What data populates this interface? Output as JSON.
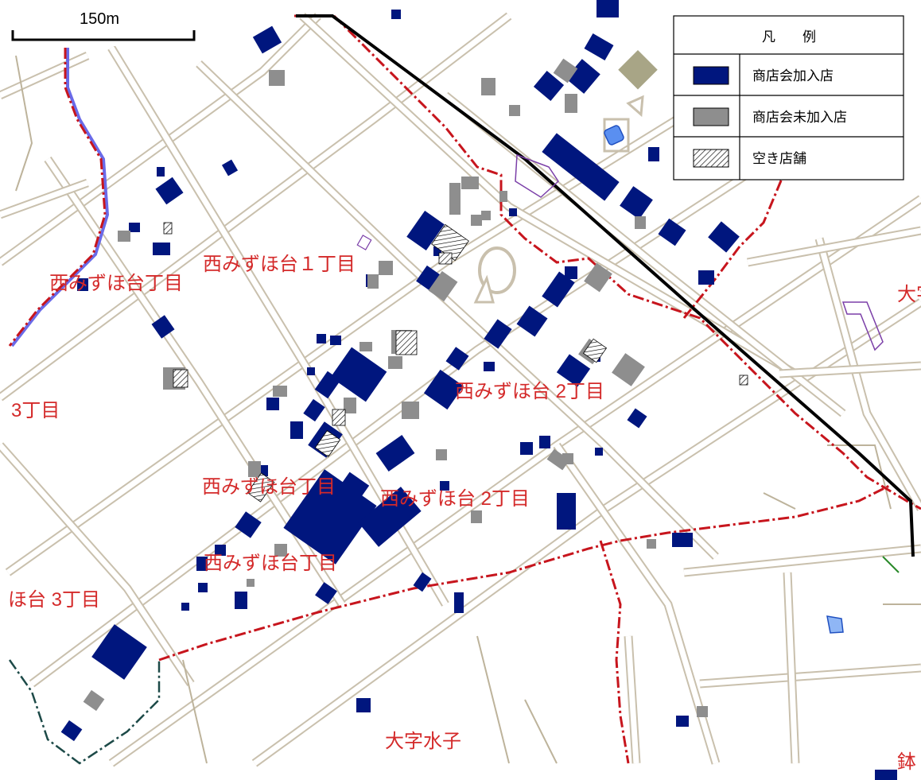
{
  "scale": {
    "label": "150m"
  },
  "legend": {
    "title": "凡　　例",
    "items": [
      {
        "label": "商店会加入店",
        "color": "#00167e"
      },
      {
        "label": "商店会未加入店",
        "color": "#8e8e8e"
      },
      {
        "label": "空き店舗",
        "color": "hatch"
      }
    ]
  },
  "area_labels": {
    "nishi_1_top": "西みずほ台１丁目",
    "nishi_1_left": "西みずほ台丁目",
    "nishi_2_right": "西みずほ台 2丁目",
    "chome_3_left": "3丁目",
    "nishi_1_center": "西みずほ台丁目",
    "nishi_2_center": "西みずほ台 2丁目",
    "nishi_1_bottom": "西みずほ台丁目",
    "hodai_3": "ほ台 3丁目",
    "oaza_mizuko": "大字水子",
    "oaza_right": "大字",
    "kanji_right_bottom": "鉢"
  },
  "colors": {
    "member": "#00167e",
    "nonmember": "#8e8e8e",
    "boundary": "#c7151d",
    "rail": "#000000",
    "road": "#c9c0ad"
  }
}
